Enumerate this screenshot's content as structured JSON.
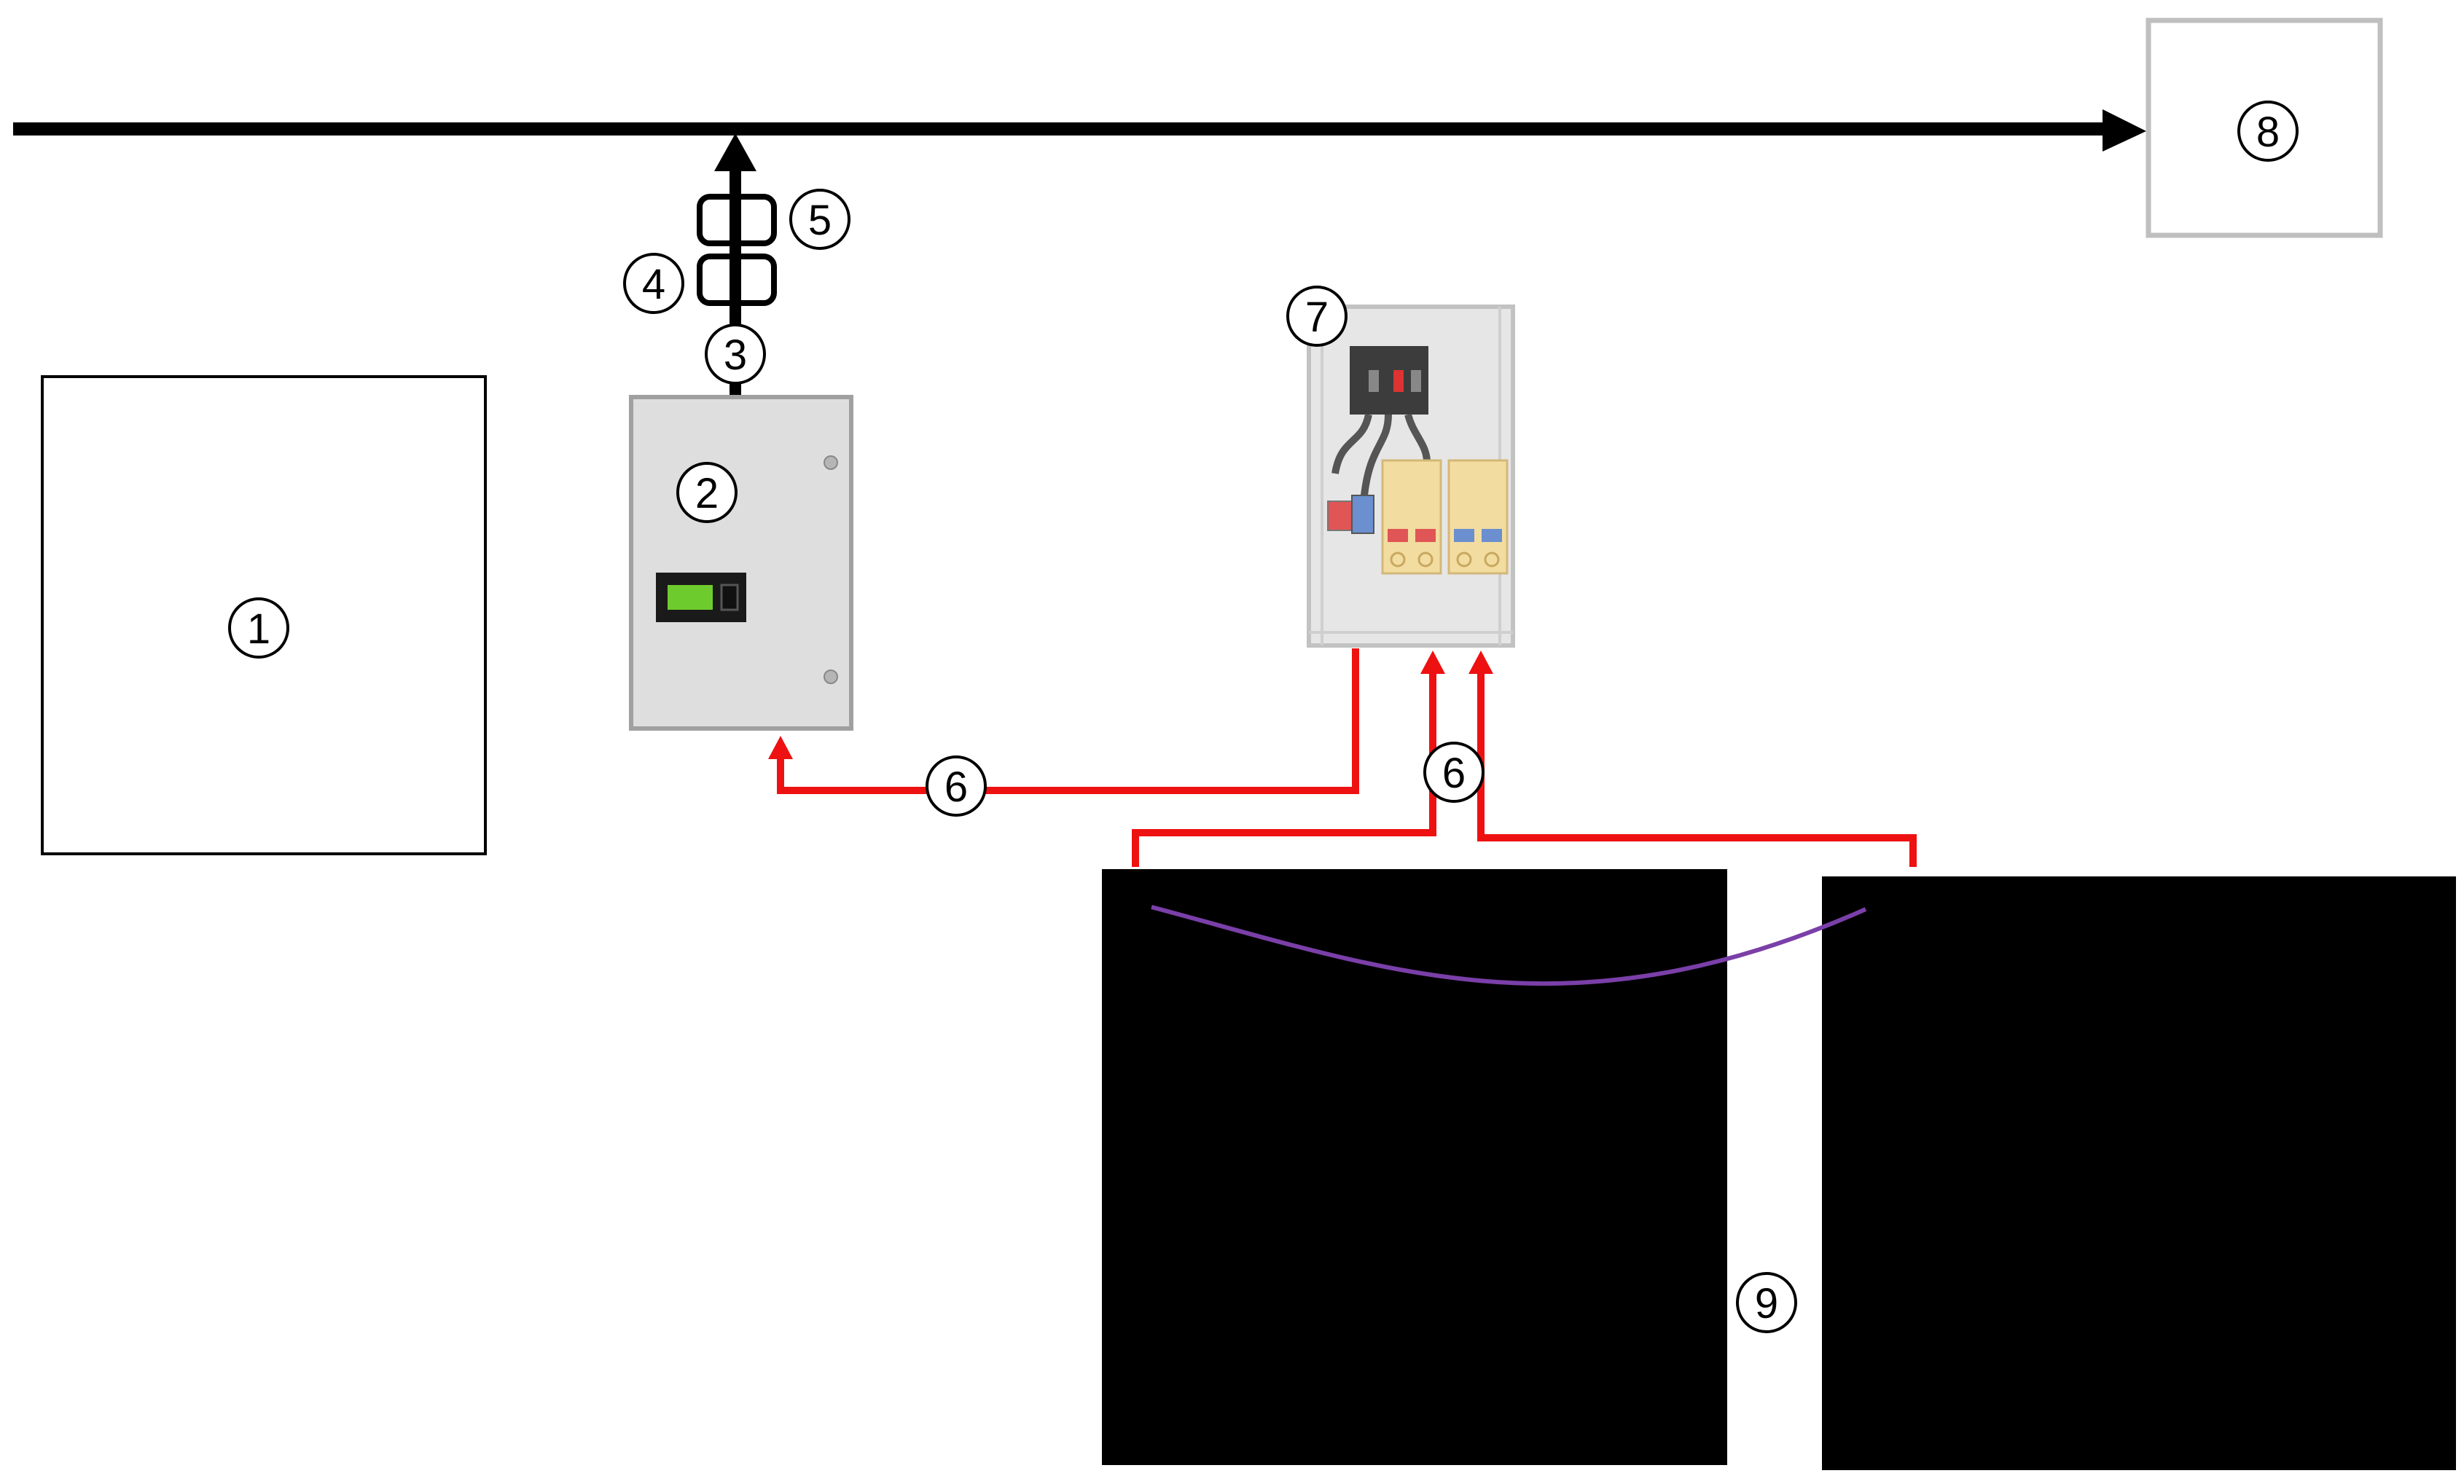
{
  "labels": {
    "l1": "1",
    "l2": "2",
    "l3": "3",
    "l4": "4",
    "l5": "5",
    "l6a": "6",
    "l6b": "6",
    "l7": "7",
    "l8": "8",
    "l9": "9"
  },
  "icons": {
    "inverter": "inverter-cabinet-icon",
    "distribution": "dc-distribution-box-icon",
    "battery": "battery-rack-icon",
    "meter": "meter-icon",
    "breaker": "breaker-icon"
  },
  "colors": {
    "power_line": "#000000",
    "dc_cable": "#ee1111",
    "comm_cable": "#7a3fa8",
    "box_border": "#bfbfbf",
    "cabinet_fill": "#d9d9d9",
    "display_green": "#6ecb2d",
    "terminal_orange": "#ff5a1f",
    "fuse_yellow": "#f3dca0"
  }
}
